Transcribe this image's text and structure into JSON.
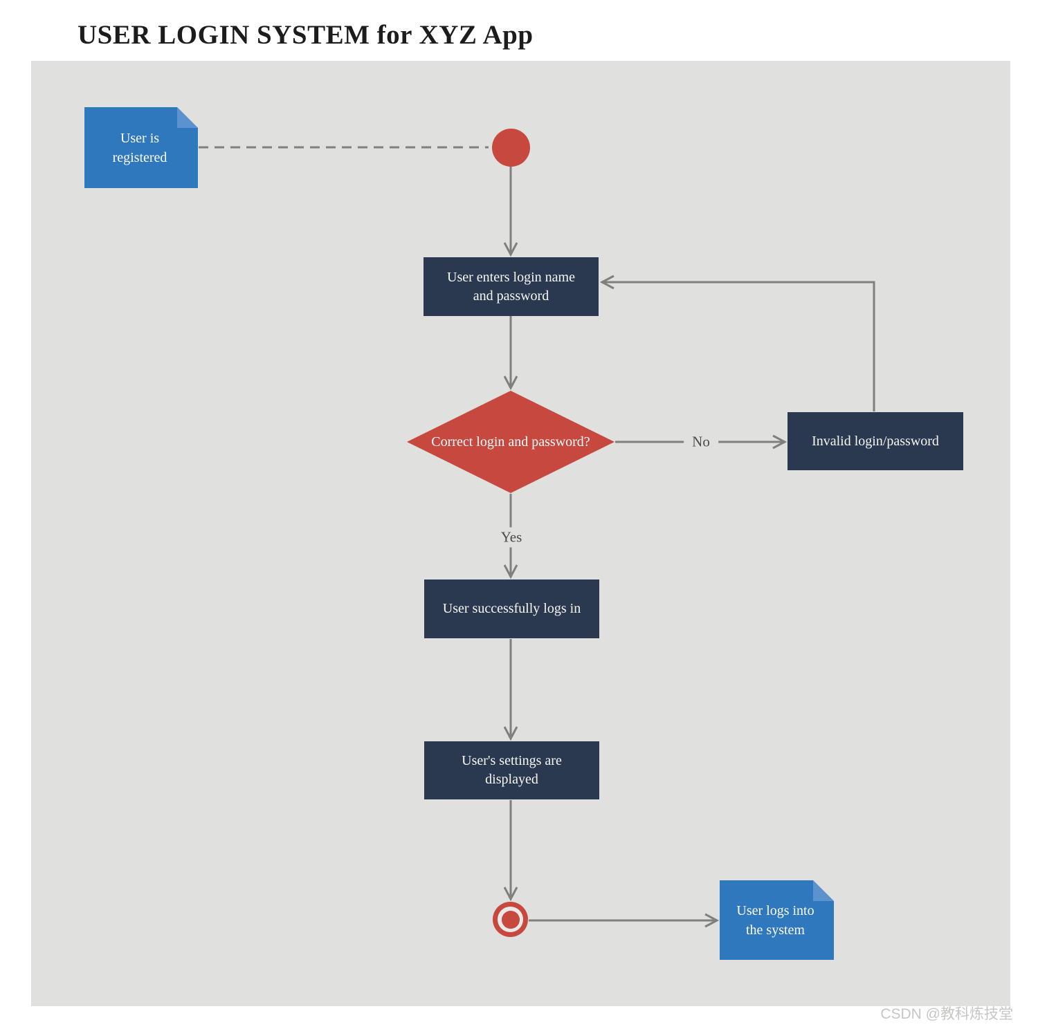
{
  "title": "USER LOGIN SYSTEM for XYZ App",
  "nodes": {
    "enter_credentials": "User enters login name and password",
    "decision": "Correct login and password?",
    "invalid": "Invalid login/password",
    "success": "User successfully logs in",
    "settings": "User's settings are displayed"
  },
  "notes": {
    "registered": "User is registered",
    "logs_into": "User logs into the system"
  },
  "labels": {
    "yes": "Yes",
    "no": "No"
  },
  "watermark": "CSDN @教科炼技堂",
  "colors": {
    "node_fill": "#2b3950",
    "decision_fill": "#c7483f",
    "terminal_fill": "#c7483f",
    "note_fill": "#2f78be",
    "note_fold": "#5c92cd",
    "connector": "#7f7f7f",
    "panel_background": "#e0e0de",
    "node_text": "#ffffff",
    "title_text": "#1c1c1c"
  }
}
